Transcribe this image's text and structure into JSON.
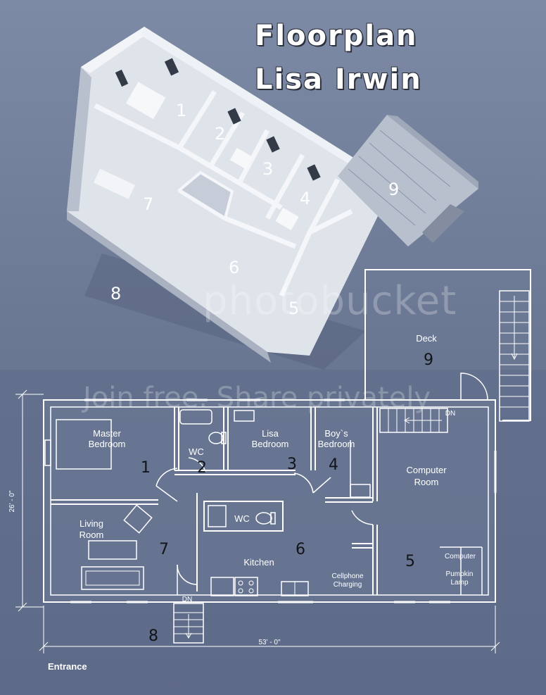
{
  "title": [
    "Floorplan",
    "Lisa Irwin"
  ],
  "watermark": {
    "main": "photobucket",
    "sub": "Join free. Share privately"
  },
  "iso_numbers": [
    "1",
    "2",
    "3",
    "4",
    "5",
    "6",
    "7",
    "8",
    "9"
  ],
  "plan": {
    "rooms": {
      "master": [
        "Master",
        "Bedroom"
      ],
      "lisa": [
        "Lisa",
        "Bedroom"
      ],
      "boys": [
        "Boy`s",
        "Bedroom"
      ],
      "computer_room": [
        "Computer",
        "Room"
      ],
      "living": [
        "Living",
        "Room"
      ],
      "kitchen": "Kitchen",
      "deck": "Deck",
      "wc": "WC"
    },
    "labels": {
      "cellphone": [
        "Cellphone",
        "Charging"
      ],
      "computer": "Computer",
      "lamp": [
        "Pumpkin",
        "Lamp"
      ],
      "down": "DN",
      "entrance": "Entrance"
    },
    "dimensions": {
      "height": "26' - 0\"",
      "width": "53' - 0\""
    },
    "numbers": [
      "1",
      "2",
      "3",
      "4",
      "5",
      "6",
      "7",
      "8",
      "9"
    ]
  },
  "colors": {
    "background": "#6c7995",
    "lines": "#ffffff",
    "title": "#ffffff"
  }
}
